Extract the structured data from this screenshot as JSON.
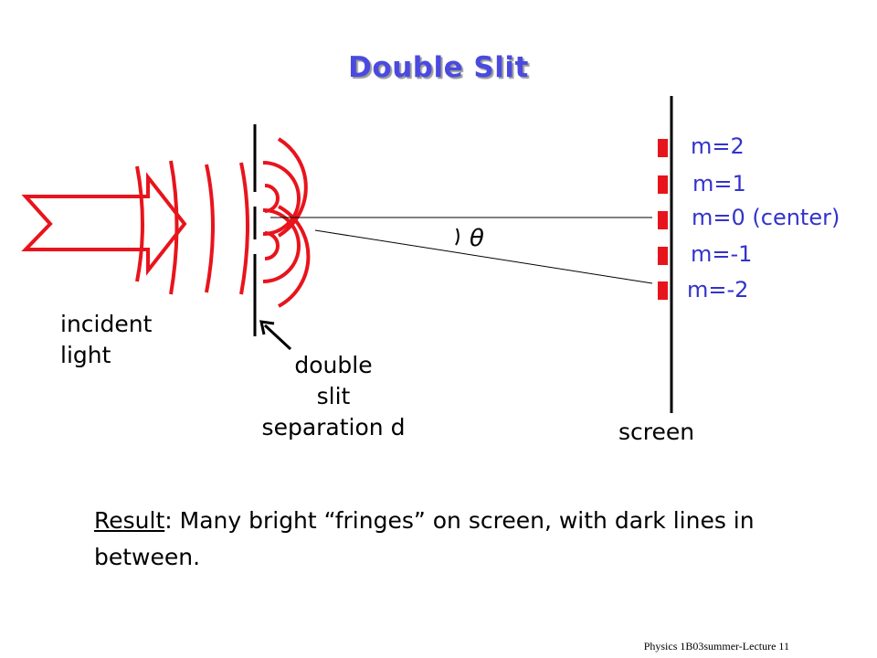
{
  "slide": {
    "title": "Double Slit",
    "labels": {
      "incident_line1": "incident",
      "incident_line2": "light",
      "slit_line1": "double",
      "slit_line2": "slit",
      "slit_line3": "separation d",
      "screen": "screen",
      "angle_symbol": "θ"
    },
    "orders": [
      {
        "label": "m=2"
      },
      {
        "label": "m=1"
      },
      {
        "label": "m=0 (center)"
      },
      {
        "label": "m=-1"
      },
      {
        "label": "m=-2"
      }
    ],
    "result": {
      "lead": "Result",
      "text": ":  Many bright “fringes” on screen, with dark lines in between."
    },
    "footer": "Physics 1B03summer-Lecture 11"
  },
  "colors": {
    "wave": "#e8141c",
    "fringe": "#e8141c",
    "title": "#4a4ae0",
    "order_label": "#3333cc"
  }
}
